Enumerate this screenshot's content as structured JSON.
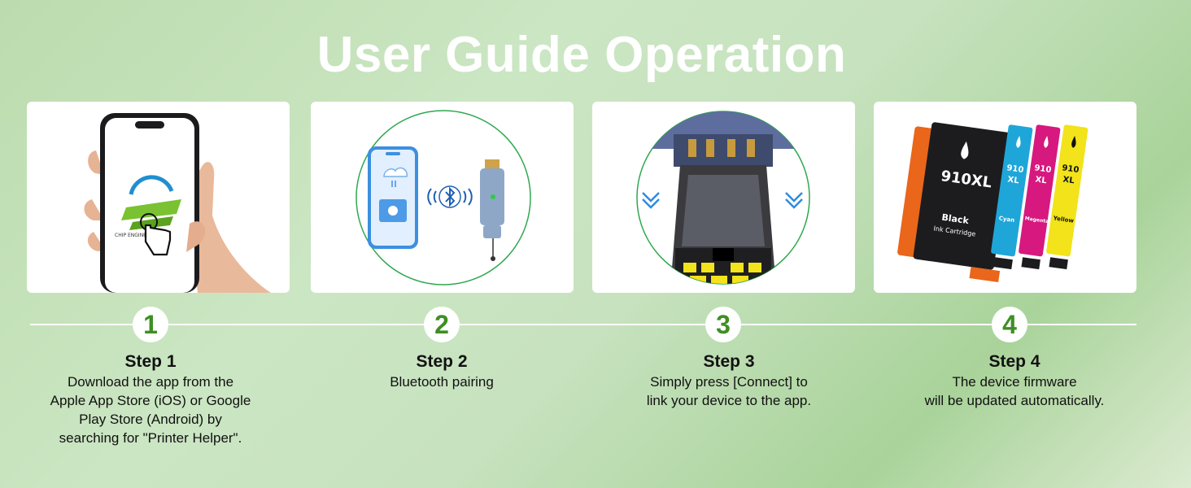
{
  "title": "User Guide Operation",
  "steps": [
    {
      "number": "1",
      "heading": "Step 1",
      "description": "Download the app from the\nApple App Store (iOS) or Google\nPlay Store (Android) by\nsearching for \"Printer Helper\"."
    },
    {
      "number": "2",
      "heading": "Step 2",
      "description": "Bluetooth pairing"
    },
    {
      "number": "3",
      "heading": "Step 3",
      "description": "Simply press [Connect] to\nlink your device to the app."
    },
    {
      "number": "4",
      "heading": "Step 4",
      "description": "The device firmware\nwill be updated automatically."
    }
  ],
  "cartridges": {
    "black": {
      "model": "910XL",
      "color_label": "Black",
      "type_label": "Ink Cartridge"
    },
    "cyan": {
      "model": "910",
      "size": "XL",
      "color_label": "Cyan"
    },
    "magenta": {
      "model": "910",
      "size": "XL",
      "color_label": "Magenta"
    },
    "yellow": {
      "model": "910",
      "size": "XL",
      "color_label": "Yellow"
    }
  },
  "colors": {
    "accent_green": "#3e8f22",
    "circle_green": "#2fa84f",
    "cyan": "#1fa6d8",
    "magenta": "#d6187f",
    "yellow": "#f2e31a"
  }
}
